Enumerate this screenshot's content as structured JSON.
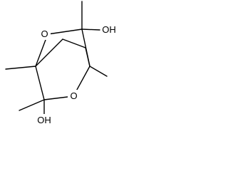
{
  "molecule": {
    "atoms": {
      "oxygen_top": "O",
      "oxygen_bottom": "O",
      "hydroxyl_top": "OH",
      "hydroxyl_bottom": "OH"
    }
  }
}
